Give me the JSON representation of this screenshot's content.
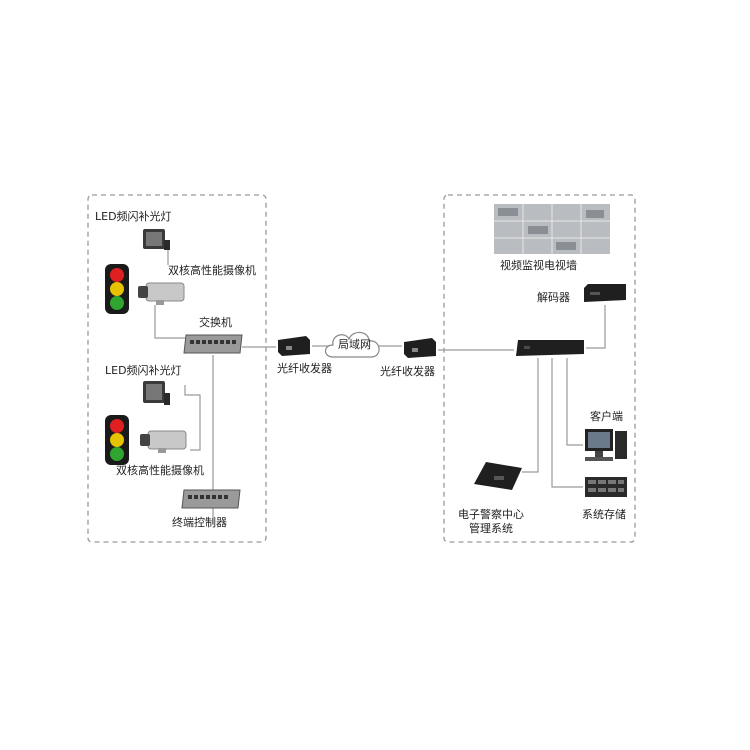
{
  "left_panel": {
    "led_light_1": "LED频闪补光灯",
    "camera_1": "双核高性能摄像机",
    "switch": "交换机",
    "led_light_2": "LED频闪补光灯",
    "camera_2": "双核高性能摄像机",
    "terminal_controller": "终端控制器"
  },
  "middle": {
    "transceiver_left": "光纤收发器",
    "lan": "局域网",
    "transceiver_right": "光纤收发器"
  },
  "right_panel": {
    "video_wall": "视频监视电视墙",
    "decoder": "解码器",
    "client": "客户端",
    "police_center_line1": "电子警察中心",
    "police_center_line2": "管理系统",
    "storage": "系统存储"
  },
  "colors": {
    "panel_border": "#999999",
    "wire": "#9a9a9a",
    "device_dark": "#1f1f1f",
    "light_red": "#e02020",
    "light_yellow": "#e6c200",
    "light_green": "#2fa52f"
  }
}
